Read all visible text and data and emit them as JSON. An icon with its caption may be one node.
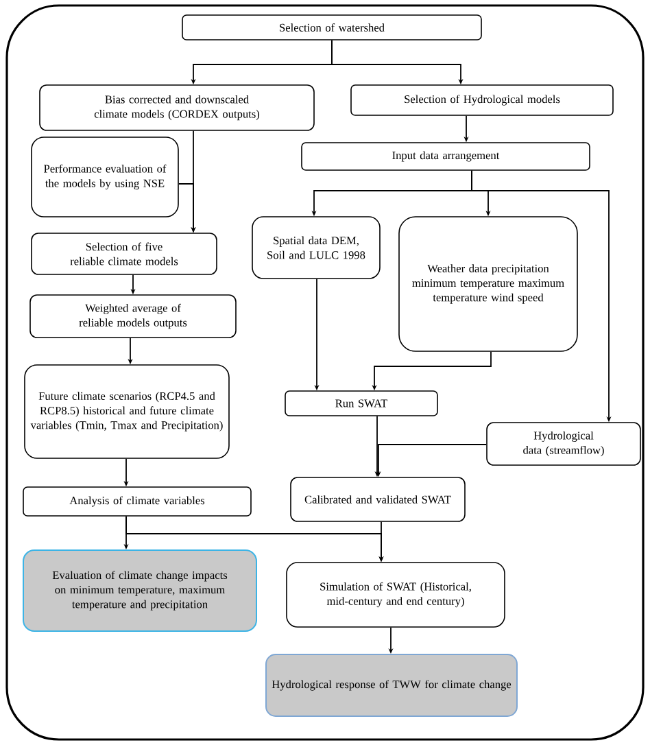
{
  "diagram": {
    "nodes": [
      {
        "text": [
          "Selection of watershed"
        ]
      },
      {
        "text": [
          "Bias corrected and downscaled climate models (CORDEX outputs)"
        ]
      },
      {
        "text": [
          "Selection of Hydrological models"
        ]
      },
      {
        "text": [
          "Performance evaluation of the models by using NSE"
        ]
      },
      {
        "text": [
          "Input data arrangement"
        ]
      },
      {
        "text": [
          "Selection of five reliable climate models"
        ]
      },
      {
        "text": [
          "Spatial data DEM, Soil and LULC 1998"
        ]
      },
      {
        "text": [
          "Weather data precipitation minimum temperature maximum temperature wind speed"
        ]
      },
      {
        "text": [
          "Weighted average of reliable models outputs"
        ]
      },
      {
        "text": [
          "Future climate scenarios (RCP4.5 and RCP8.5) historical and future climate variables (Tmin, Tmax and Precipitation)"
        ]
      },
      {
        "text": [
          "Run SWAT"
        ]
      },
      {
        "text": [
          "Hydrological data (streamflow)"
        ]
      },
      {
        "text": [
          "Analysis of climate variables"
        ]
      },
      {
        "text": [
          "Calibrated and validated SWAT"
        ]
      },
      {
        "text": [
          "Evaluation of climate change impacts on minimum temperature, maximum temperature and precipitation"
        ]
      },
      {
        "text": [
          "Simulation of SWAT (Historical, mid-century and end century)"
        ]
      },
      {
        "text": [
          "Hydrological response of TWW for climate change"
        ]
      }
    ],
    "edges": [
      {
        "from": 0,
        "to": 1,
        "arrow": "to"
      },
      {
        "from": 0,
        "to": 2,
        "arrow": "to"
      },
      {
        "from": 1,
        "to": 5,
        "arrow": "to"
      },
      {
        "from": 3,
        "to": 5,
        "arrow": "to"
      },
      {
        "from": 2,
        "to": 4,
        "arrow": "to"
      },
      {
        "from": 4,
        "to": 6,
        "arrow": "to"
      },
      {
        "from": 4,
        "to": 7,
        "arrow": "to"
      },
      {
        "from": 4,
        "to": 11,
        "arrow": "to"
      },
      {
        "from": 5,
        "to": 8,
        "arrow": "to"
      },
      {
        "from": 8,
        "to": 9,
        "arrow": "to"
      },
      {
        "from": 9,
        "to": 12,
        "arrow": "to"
      },
      {
        "from": 6,
        "to": 10,
        "arrow": "to"
      },
      {
        "from": 7,
        "to": 10,
        "arrow": "to"
      },
      {
        "from": 10,
        "to": 13,
        "arrow": "to"
      },
      {
        "from": 11,
        "to": 13,
        "arrow": "to"
      },
      {
        "from": 12,
        "to": 14,
        "arrow": "to"
      },
      {
        "from": 12,
        "to": 15,
        "arrow": "to"
      },
      {
        "from": 13,
        "to": 15,
        "arrow": "to"
      },
      {
        "from": 15,
        "to": 16,
        "arrow": "to"
      }
    ]
  }
}
